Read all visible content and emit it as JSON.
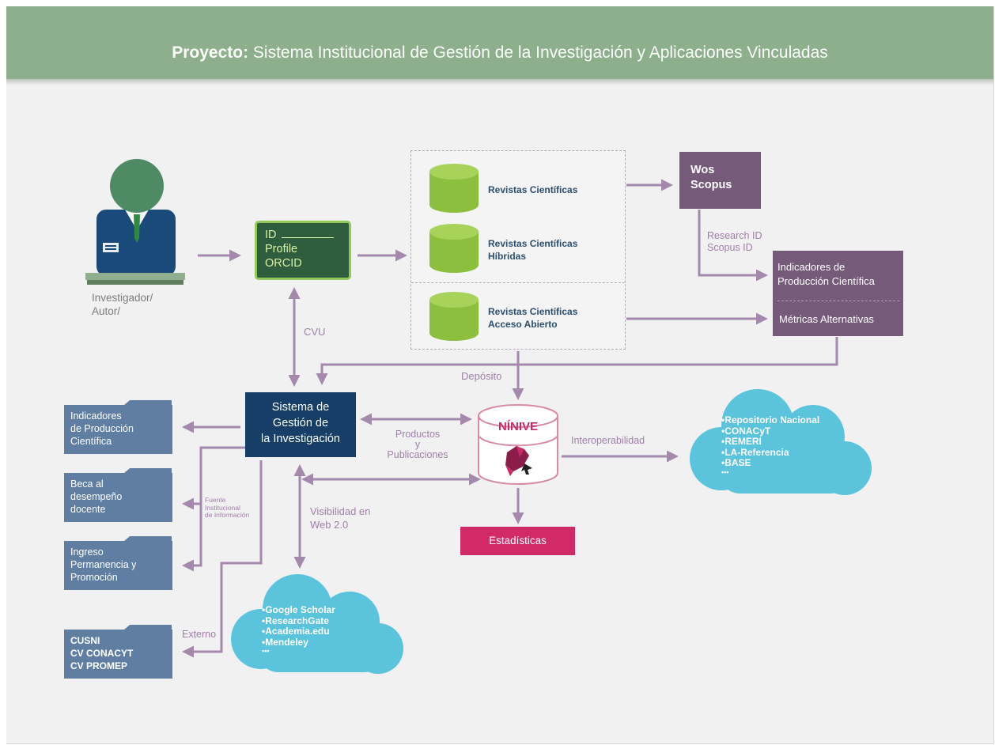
{
  "header": {
    "title_bold": "Proyecto:",
    "title_rest": " Sistema Institucional de Gestión de la Investigación y Aplicaciones Vinculadas"
  },
  "investigador": {
    "label_1": "Investigador/",
    "label_2": "Autor/"
  },
  "id_box": {
    "line_1": "ID",
    "line_2": "Profile",
    "line_3": "ORCID"
  },
  "revistas": [
    {
      "line_1": "Revistas Científicas",
      "line_2": ""
    },
    {
      "line_1": "Revistas Científicas",
      "line_2": "Híbridas"
    },
    {
      "line_1": "Revistas Científicas",
      "line_2": "Acceso Abierto"
    }
  ],
  "wos": {
    "line_1": "Wos",
    "line_2": "Scopus"
  },
  "research_id": {
    "line_1": "Research ID",
    "line_2": "Scopus ID"
  },
  "indicadores_box": {
    "line_1": "Indicadores de",
    "line_2": "Producción Científica",
    "line_3": "Métricas Alternativas"
  },
  "cvu": "CVU",
  "deposito": "Depósito",
  "sistema": {
    "line_1": "Sistema de",
    "line_2": "Gestión de",
    "line_3": "la Investigación"
  },
  "productos": {
    "line_1": "Productos",
    "line_2": "y",
    "line_3": "Publicaciones"
  },
  "ninive": "NÍNIVE",
  "interoperabilidad": "Interoperabilidad",
  "estadisticas": "Estadísticas",
  "visibilidad": {
    "line_1": "Visibilidad en",
    "line_2": "Web 2.0"
  },
  "fuente": {
    "line_1": "Fuente",
    "line_2": "Institucional",
    "line_3": "de Información"
  },
  "externo": "Externo",
  "folders": [
    {
      "line_1": "Indicadores",
      "line_2": "de Producción",
      "line_3": "Científica"
    },
    {
      "line_1": "Beca al",
      "line_2": "desempeño",
      "line_3": "docente"
    },
    {
      "line_1": "Ingreso",
      "line_2": "Permanencia y",
      "line_3": "Promoción"
    },
    {
      "line_1": "CUSNI",
      "line_2": "CV CONACYT",
      "line_3": "CV PROMEP"
    }
  ],
  "cloud_repos": {
    "items": [
      "•Repositorio Nacional",
      "•CONACyT",
      "•REMERI",
      "•LA-Referencia",
      "•BASE",
      "•••"
    ]
  },
  "cloud_web": {
    "items": [
      "•Google Scholar",
      "•ResearchGate",
      "•Academia.edu",
      "•Mendeley",
      "•••"
    ]
  },
  "colors": {
    "header": "#8daf8c",
    "arrow": "#a589ad",
    "id_box": "#2f5e3f",
    "db": "#8dbf3f",
    "wos": "#755a79",
    "sistema": "#163e67",
    "ninive": "#c92a66",
    "folder": "#5f7ea2",
    "cloud": "#5cc3dc"
  }
}
